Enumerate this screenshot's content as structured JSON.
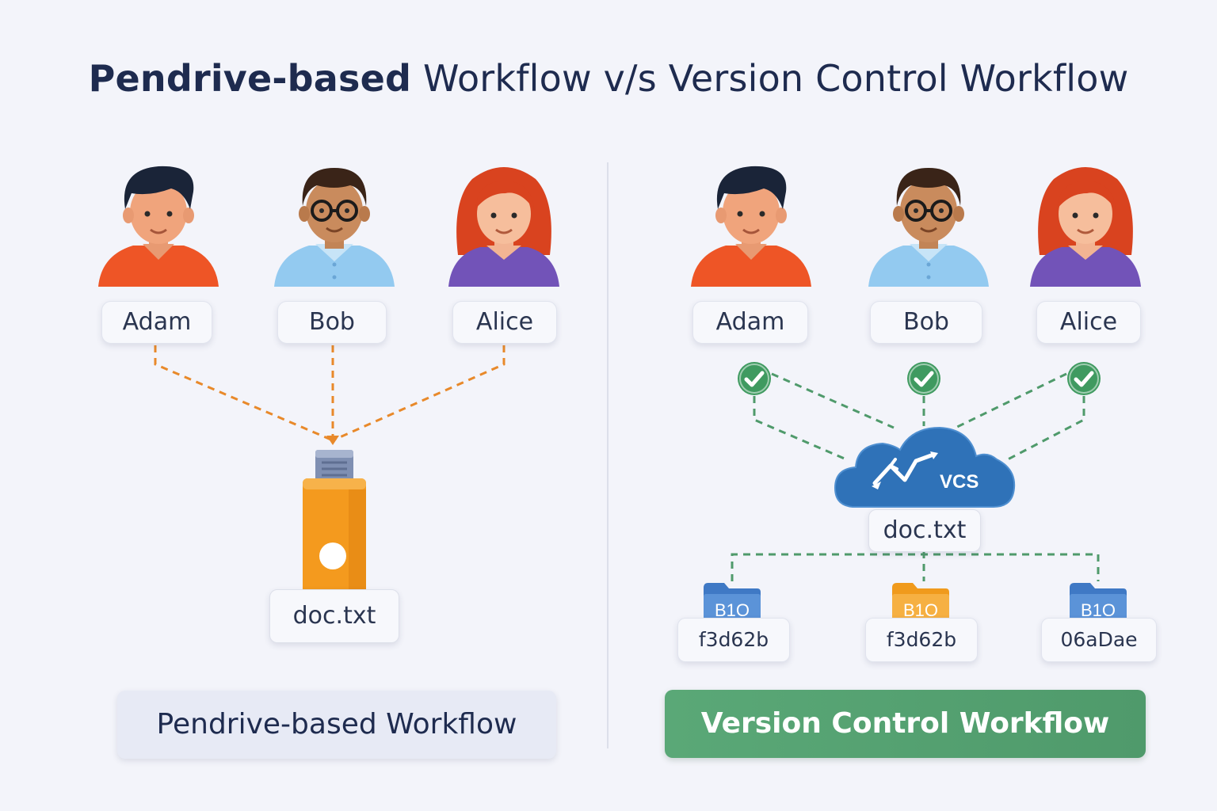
{
  "title": {
    "bold_part": "Pendrive-based",
    "regular_part": " Workflow v/s Version Control Workflow"
  },
  "left": {
    "users": [
      {
        "name": "Adam",
        "icon": "adam-avatar-icon"
      },
      {
        "name": "Bob",
        "icon": "bob-avatar-icon"
      },
      {
        "name": "Alice",
        "icon": "alice-avatar-icon"
      }
    ],
    "usb_icon": "usb-drive-icon",
    "file": "doc.txt",
    "caption": "Pendrive-based Workflow"
  },
  "right": {
    "users": [
      {
        "name": "Adam",
        "icon": "adam-avatar-icon"
      },
      {
        "name": "Bob",
        "icon": "bob-avatar-icon"
      },
      {
        "name": "Alice",
        "icon": "alice-avatar-icon"
      }
    ],
    "cloud_label": "VCS",
    "file": "doc.txt",
    "repos": [
      {
        "folder_label": "B1O",
        "hash": "f3d62b",
        "folder_color": "#3f79c5"
      },
      {
        "folder_label": "B1O",
        "hash": "f3d62b",
        "folder_color": "#f09a1c"
      },
      {
        "folder_label": "B1O",
        "hash": "06aDae",
        "folder_color": "#3f79c5"
      }
    ],
    "caption": "Version Control Workflow"
  },
  "colors": {
    "pendrive_line": "#e8892a",
    "vcs_line": "#4f9a6b",
    "check_green": "#3f9a60",
    "cloud_blue": "#2f72b8",
    "caption_green": "#55a371"
  }
}
